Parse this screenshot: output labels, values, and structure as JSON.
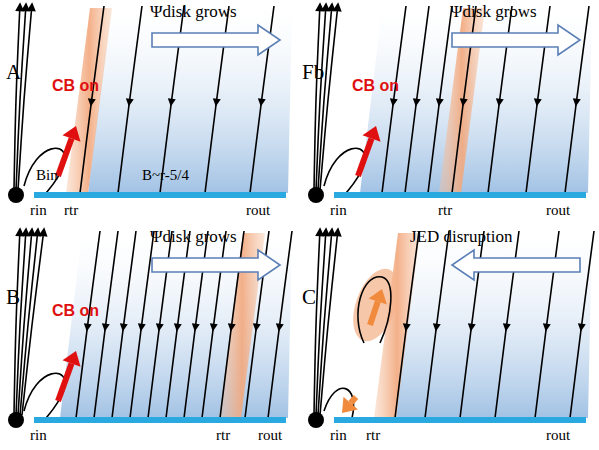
{
  "diagram": {
    "labels": [
      "Ψdisk grows",
      "A",
      "CB on",
      "Bin",
      "B~r-5/4",
      "rin",
      "rtr",
      "rout",
      "Ψdisk grows",
      "Fb",
      "CB on",
      "rin",
      "rtr",
      "rout",
      "Ψdisk grows",
      "B",
      "CB on",
      "rin",
      "rtr",
      "rout",
      "JED disruption",
      "C",
      "rin",
      "rtr",
      "rout"
    ]
  }
}
